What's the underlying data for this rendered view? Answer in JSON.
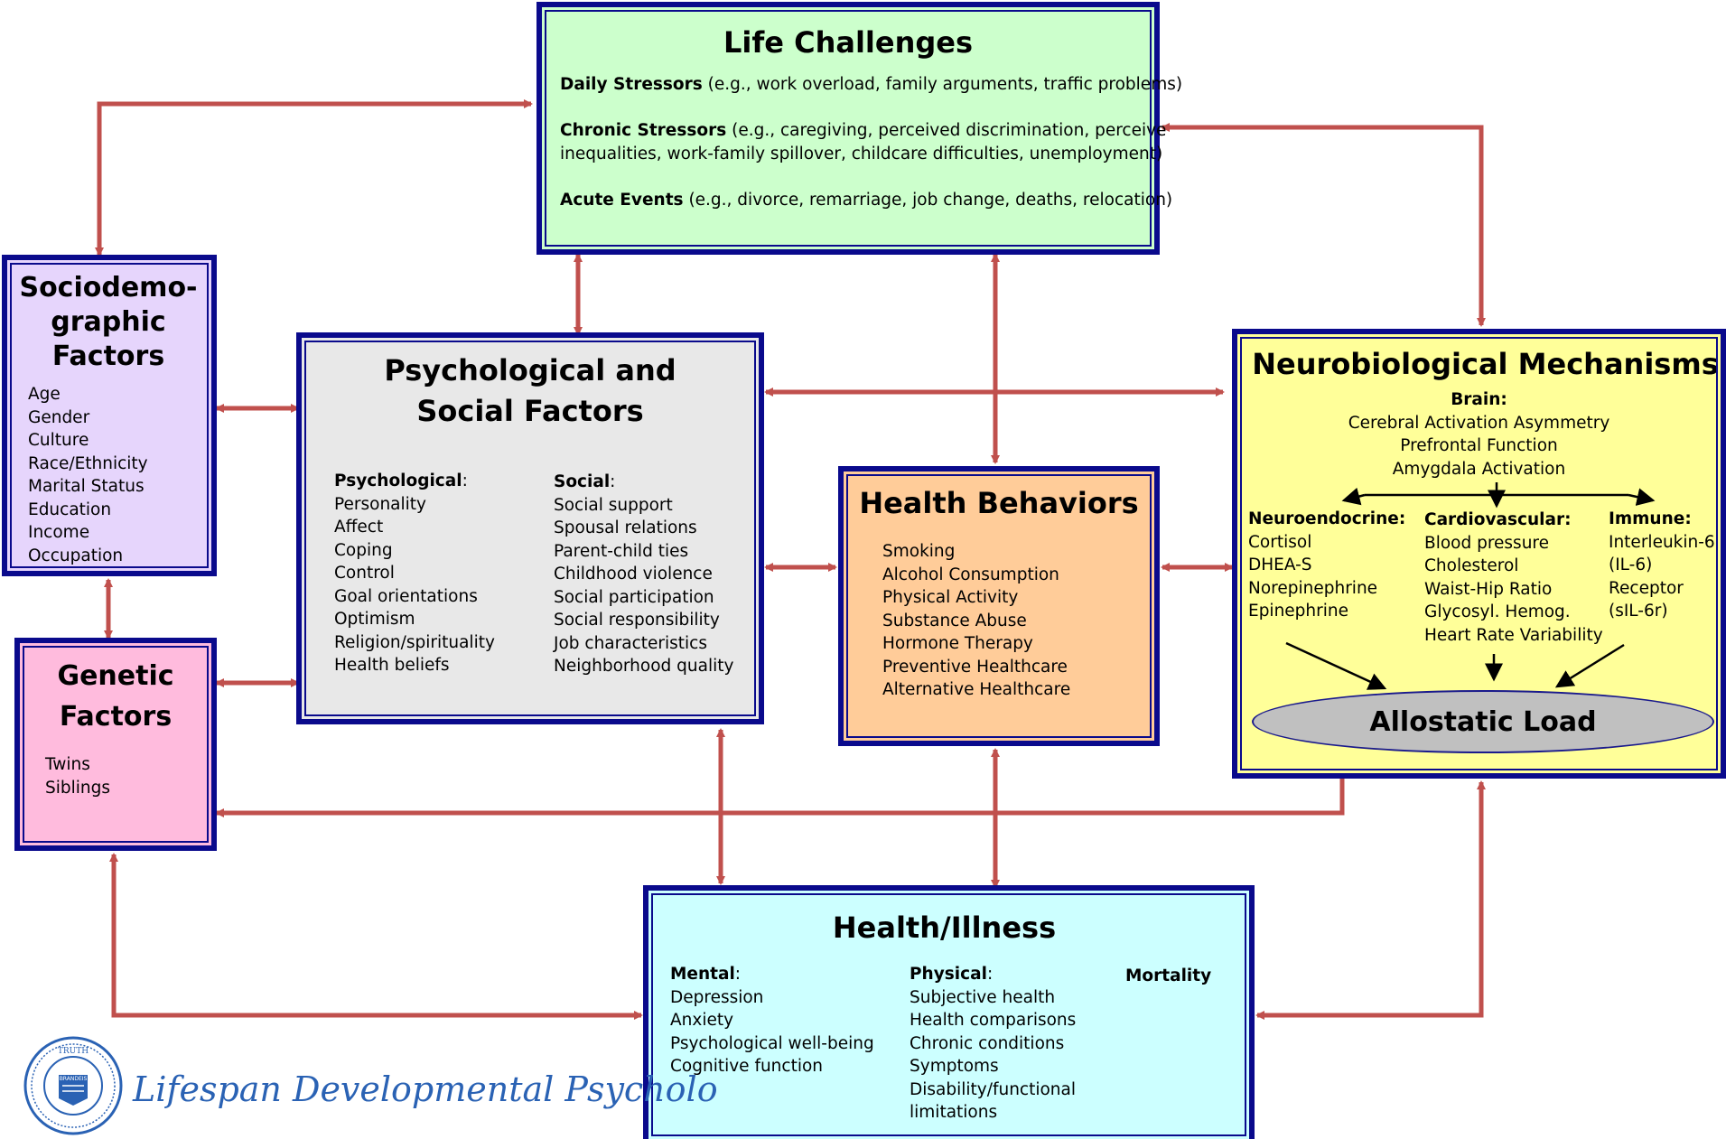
{
  "life_challenges": {
    "title": "Life Challenges",
    "daily_label": "Daily Stressors",
    "daily_text": " (e.g., work overload, family arguments, traffic problems)",
    "chronic_label": "Chronic Stressors",
    "chronic_text1": " (e.g., caregiving, perceived discrimination, perceive",
    "chronic_text2": "inequalities, work-family spillover, childcare difficulties, unemployment)",
    "acute_label": "Acute Events",
    "acute_text": " (e.g., divorce, remarriage, job change, deaths, relocation)"
  },
  "sociodemographic": {
    "title_lines": [
      "Sociodemo-",
      "graphic",
      "Factors"
    ],
    "items": [
      "Age",
      "Gender",
      "Culture",
      "Race/Ethnicity",
      "Marital Status",
      "Education",
      "Income",
      "Occupation"
    ]
  },
  "genetic": {
    "title_lines": [
      "Genetic",
      "Factors"
    ],
    "items": [
      "Twins",
      "Siblings"
    ]
  },
  "psych_social": {
    "title_lines": [
      "Psychological and",
      "Social Factors"
    ],
    "psych_label": "Psychological",
    "psych_items": [
      "Personality",
      "Affect",
      "Coping",
      "Control",
      "Goal orientations",
      "Optimism",
      "Religion/spirituality",
      "Health beliefs"
    ],
    "social_label": "Social",
    "social_items": [
      "Social support",
      "Spousal relations",
      "Parent-child ties",
      "Childhood violence",
      "Social participation",
      "Social responsibility",
      "Job characteristics",
      "Neighborhood quality"
    ]
  },
  "health_behaviors": {
    "title": "Health Behaviors",
    "items": [
      "Smoking",
      "Alcohol Consumption",
      "Physical Activity",
      "Substance Abuse",
      "Hormone Therapy",
      "Preventive Healthcare",
      "Alternative Healthcare"
    ]
  },
  "neurobiological": {
    "title": "Neurobiological Mechanisms",
    "brain_label": "Brain:",
    "brain_items": [
      "Cerebral Activation Asymmetry",
      "Prefrontal Function",
      "Amygdala Activation"
    ],
    "neuro_label": "Neuroendocrine:",
    "neuro_items": [
      "Cortisol",
      "DHEA-S",
      "Norepinephrine",
      "Epinephrine"
    ],
    "cardio_label": "Cardiovascular:",
    "cardio_items": [
      "Blood pressure",
      "Cholesterol",
      "Waist-Hip Ratio",
      "Glycosyl. Hemog.",
      "Heart Rate Variability"
    ],
    "immune_label": "Immune:",
    "immune_items": [
      "Interleukin-6",
      "(IL-6)",
      "Receptor",
      "(sIL-6r)"
    ],
    "allostatic_label": "Allostatic Load"
  },
  "health_illness": {
    "title": "Health/Illness",
    "mental_label": "Mental",
    "mental_items": [
      "Depression",
      "Anxiety",
      "Psychological well-being",
      "Cognitive function"
    ],
    "physical_label": "Physical",
    "physical_items": [
      "Subjective health",
      "Health comparisons",
      "Chronic conditions",
      "Symptoms",
      "Disability/functional",
      "limitations"
    ],
    "mortality_label": "Mortality"
  },
  "footer": {
    "logo_text": "Lifespan Developmental Psycholo",
    "seal_text_top": "TRUTH",
    "seal_text_center": "BRANDEIS"
  },
  "colors": {
    "border": "#0a0a8c",
    "arrow": "#c0504d",
    "life_bg": "#ccffcc",
    "socio_bg": "#e6d5fc",
    "genetic_bg": "#ffbbdd",
    "psych_bg": "#e8e8e8",
    "behav_bg": "#ffcc99",
    "neuro_bg": "#ffff99",
    "health_bg": "#ccffff",
    "ellipse_bg": "#c0c0c0",
    "logo_blue": "#2a62b4"
  }
}
